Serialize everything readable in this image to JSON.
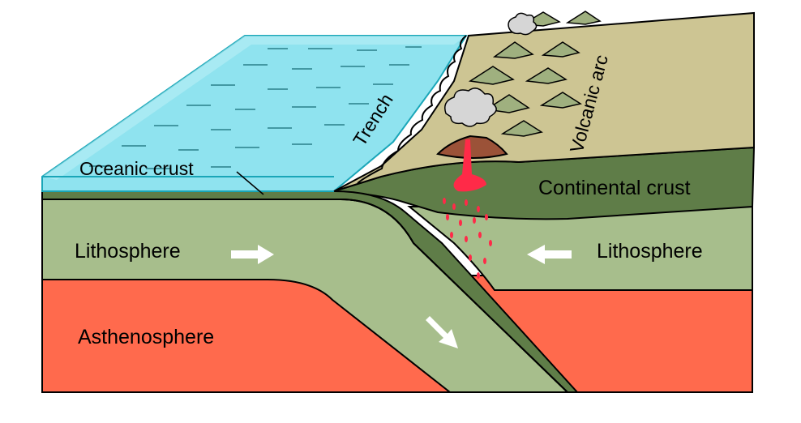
{
  "labels": {
    "oceanic_crust": "Oceanic crust",
    "trench": "Trench",
    "volcanic_arc": "Volcanic arc",
    "continental_crust": "Continental crust",
    "lithosphere_left": "Lithosphere",
    "lithosphere_right": "Lithosphere",
    "asthenosphere": "Asthenosphere"
  },
  "colors": {
    "ocean_water": "#8fe3ef",
    "ocean_top": "#bdf0f6",
    "lithosphere": "#a7be8c",
    "crust_dark": "#5f7d48",
    "asthenosphere": "#ff6a4d",
    "land": "#cdc593",
    "magma": "#ff2a48",
    "volcano_cone": "#9b5238",
    "smoke": "#d6d6d6",
    "arrow": "#ffffff",
    "outline": "#000000"
  }
}
